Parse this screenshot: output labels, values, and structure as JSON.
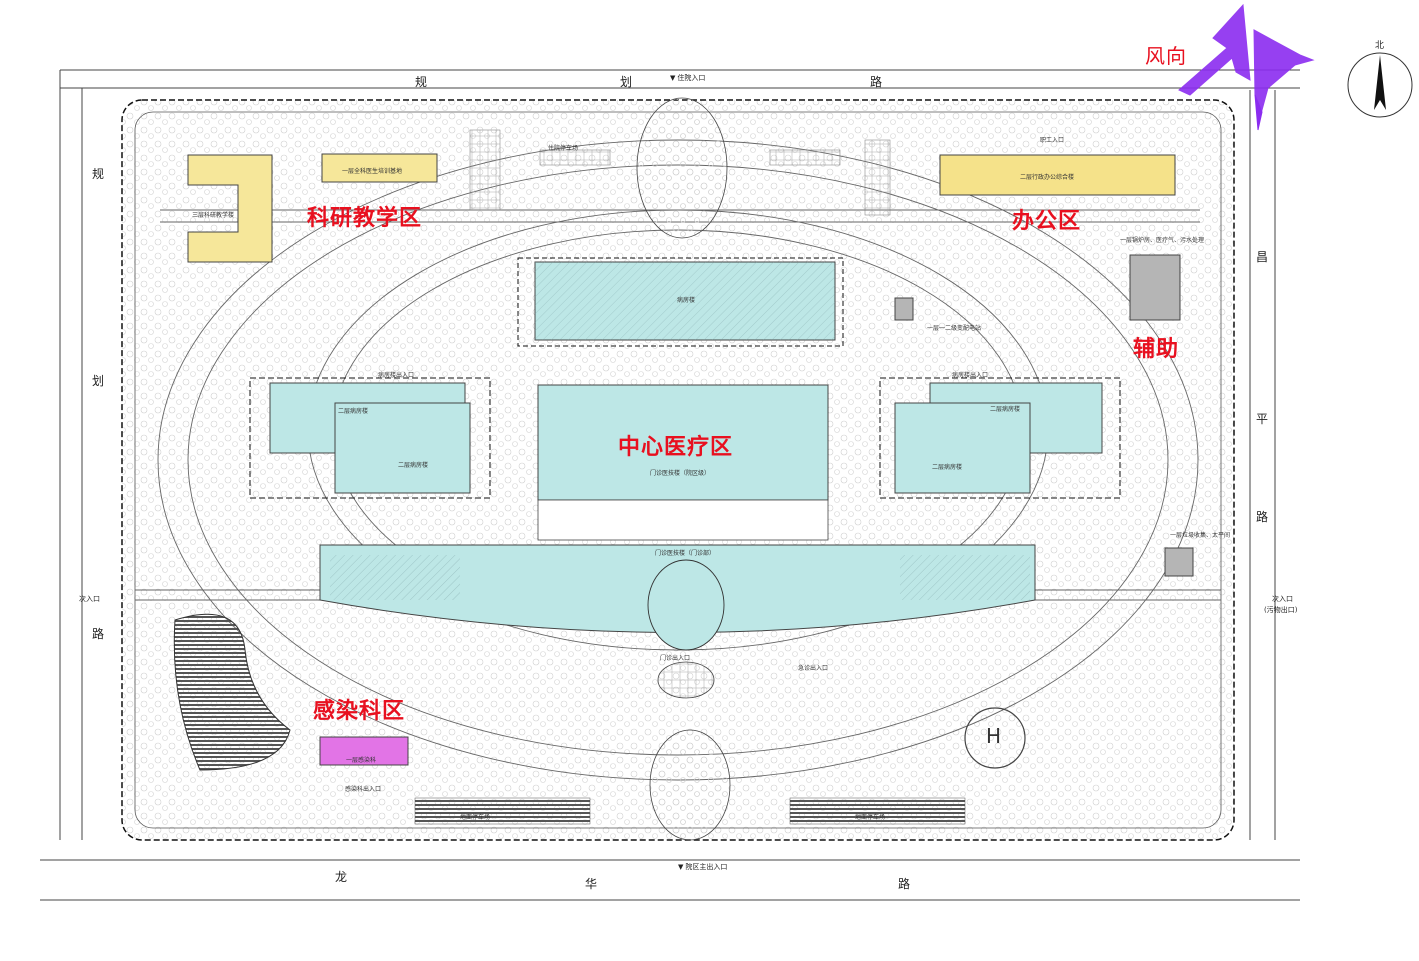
{
  "zones": {
    "research": "科研教学区",
    "office": "办公区",
    "auxiliary": "辅助",
    "central": "中心医疗区",
    "infection": "感染科区"
  },
  "wind": {
    "label": "风向",
    "color": "#8b2cf0"
  },
  "north_label": "北",
  "roads": {
    "top": [
      "规",
      "划",
      "路"
    ],
    "left": [
      "规",
      "划",
      "路"
    ],
    "right": [
      "昌",
      "平",
      "路"
    ],
    "bottom": [
      "龙",
      "华",
      "路"
    ]
  },
  "entrances": {
    "top": "住院入口",
    "bottom": "院区主出入口",
    "left": "次入口",
    "right": "次入口",
    "right_note": "(污物出口)"
  },
  "buildings": {
    "research_bldg": "三层科研教学楼",
    "research_top": "一层全科医生培训基地",
    "office_bldg": "二层行政办公综合楼",
    "aux_bldg": "一层锅炉房、医疗气、污水处理",
    "aux_small": "一层一二级变配电站",
    "aux_small2": "一层垃圾收集、太平间",
    "ward_left": "二层病房楼",
    "ward_left2": "二层病房楼",
    "ward_right": "二层病房楼",
    "ward_right2": "二层病房楼",
    "inpatient": "病房楼",
    "medical_tech": "门诊医技楼（院区级）",
    "outpatient": "门诊医技楼（门诊部）",
    "infection_bldg": "一层感染科",
    "infection_entry": "感染科出入口"
  },
  "labels": {
    "outpatient_entry": "门诊出入口",
    "emergency_entry": "急诊出入口",
    "staff_entry": "职工入口",
    "parking_1": "地面停车场",
    "parking_2": "地面停车场",
    "helipad": "H",
    "north_parking": "住院停车场",
    "entry_1": "病房楼出入口",
    "entry_2": "病房楼出入口"
  },
  "colors": {
    "research": "#f6e79a",
    "office": "#f5e28a",
    "infection": "#e274e6",
    "medical": "#bde7e6",
    "aux": "#b5b5b5",
    "zone_text": "#e8101f"
  }
}
